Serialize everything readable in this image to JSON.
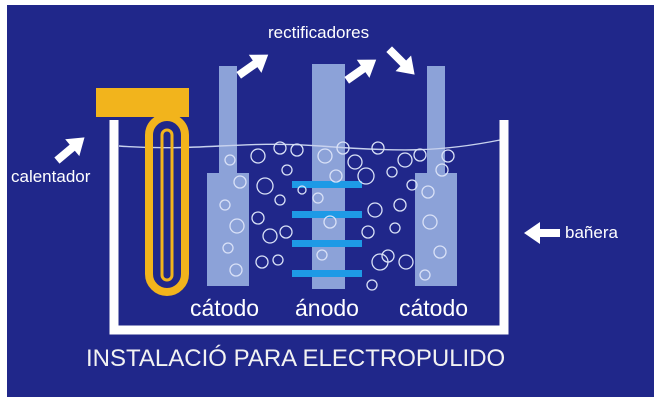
{
  "labels": {
    "rectificadores": "rectificadores",
    "calentador": "calentador",
    "banera": "bañera",
    "catodo_left": "cátodo",
    "anodo": "ánodo",
    "catodo_right": "cátodo"
  },
  "title": "INSTALACIÓ PARA ELECTROPULIDO",
  "colors": {
    "background": "#20278a",
    "electrode": "#8ca2d8",
    "heater": "#f2b41c",
    "anode_fins": "#1e9ae6",
    "tank": "#ffffff",
    "arrow": "#ffffff"
  },
  "icons": [
    "arrow-icon",
    "bubble-icon"
  ]
}
